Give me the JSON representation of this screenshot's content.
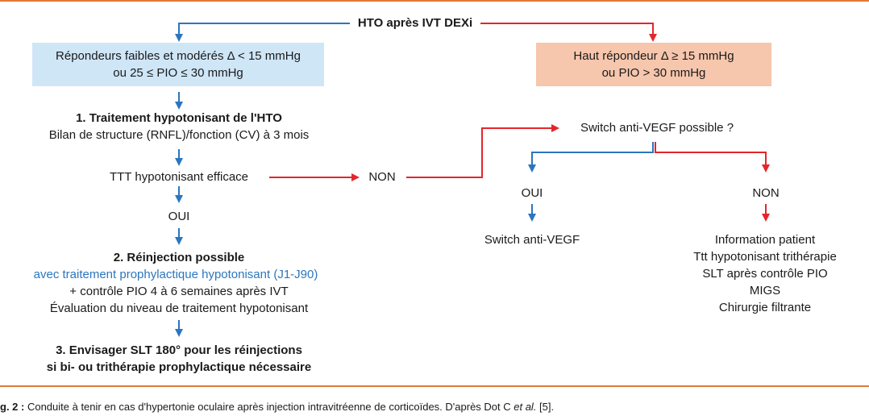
{
  "root": {
    "label": "HTO après IVT DEXi"
  },
  "left_box": {
    "line1": "Répondeurs faibles et modérés Δ < 15 mmHg",
    "line2": "ou 25 ≤ PIO ≤ 30 mmHg"
  },
  "right_box": {
    "line1": "Haut répondeur Δ ≥ 15 mmHg",
    "line2": "ou PIO > 30 mmHg"
  },
  "step1": {
    "title": "1. Traitement hypotonisant de l'HTO",
    "sub": "Bilan de structure (RNFL)/fonction (CV) à 3 mois"
  },
  "ttt_effective": "TTT hypotonisant efficace",
  "non_middle": "NON",
  "oui_left": "OUI",
  "step2": {
    "title": "2. Réinjection possible",
    "line_blue": "avec traitement prophylactique hypotonisant (J1-J90)",
    "line3": "+ contrôle PIO 4 à 6 semaines après IVT",
    "line4": "Évaluation du niveau de traitement hypotonisant"
  },
  "step3": {
    "line1": "3. Envisager SLT 180° pour les réinjections",
    "line2": "si bi- ou trithérapie prophylactique nécessaire"
  },
  "switch_question": "Switch anti-VEGF possible ?",
  "oui_right": "OUI",
  "non_right": "NON",
  "switch_result": "Switch anti-VEGF",
  "non_outcomes": [
    "Information patient",
    "Ttt hypotonisant trithérapie",
    "SLT après contrôle PIO",
    "MIGS",
    "Chirurgie filtrante"
  ],
  "caption": {
    "prefix": "g. 2 :",
    "text": " Conduite à tenir en cas d'hypertonie oculaire après injection intravitréenne de corticoïdes. D'après Dot C ",
    "italic": "et al.",
    "suffix": " [5]."
  },
  "colors": {
    "blue_arrow": "#2b76bf",
    "red_arrow": "#e3262b",
    "left_box_fill": "#cfe6f7",
    "right_box_fill": "#f6c6ad",
    "rule": "#e07a3a"
  }
}
